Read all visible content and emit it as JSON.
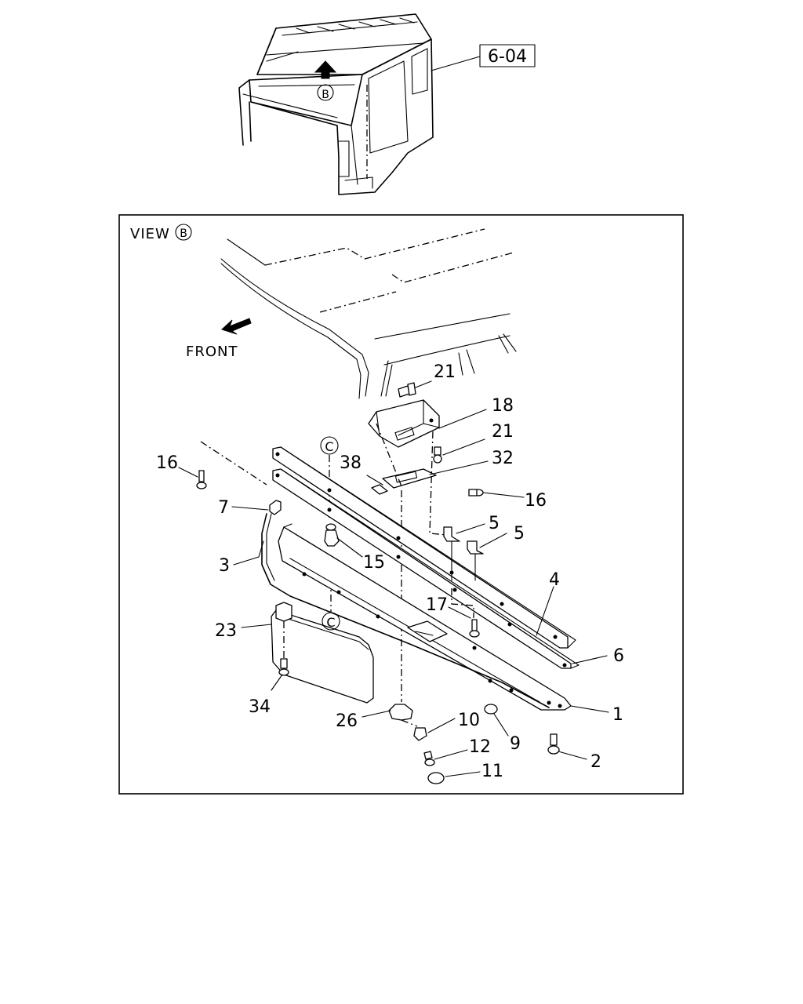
{
  "reference_box": "6-04",
  "view_title": "VIEW",
  "view_marker": "B",
  "section_marker": "C",
  "front_label": "FRONT",
  "callouts": [
    {
      "id": "c1",
      "text": "1"
    },
    {
      "id": "c2",
      "text": "2"
    },
    {
      "id": "c3",
      "text": "3"
    },
    {
      "id": "c4",
      "text": "4"
    },
    {
      "id": "c5a",
      "text": "5"
    },
    {
      "id": "c5b",
      "text": "5"
    },
    {
      "id": "c6",
      "text": "6"
    },
    {
      "id": "c7",
      "text": "7"
    },
    {
      "id": "c9",
      "text": "9"
    },
    {
      "id": "c10",
      "text": "10"
    },
    {
      "id": "c11",
      "text": "11"
    },
    {
      "id": "c12",
      "text": "12"
    },
    {
      "id": "c15",
      "text": "15"
    },
    {
      "id": "c16a",
      "text": "16"
    },
    {
      "id": "c16b",
      "text": "16"
    },
    {
      "id": "c17",
      "text": "17"
    },
    {
      "id": "c18",
      "text": "18"
    },
    {
      "id": "c21a",
      "text": "21"
    },
    {
      "id": "c21b",
      "text": "21"
    },
    {
      "id": "c23",
      "text": "23"
    },
    {
      "id": "c26",
      "text": "26"
    },
    {
      "id": "c32",
      "text": "32"
    },
    {
      "id": "c34",
      "text": "34"
    },
    {
      "id": "c38",
      "text": "38"
    }
  ]
}
